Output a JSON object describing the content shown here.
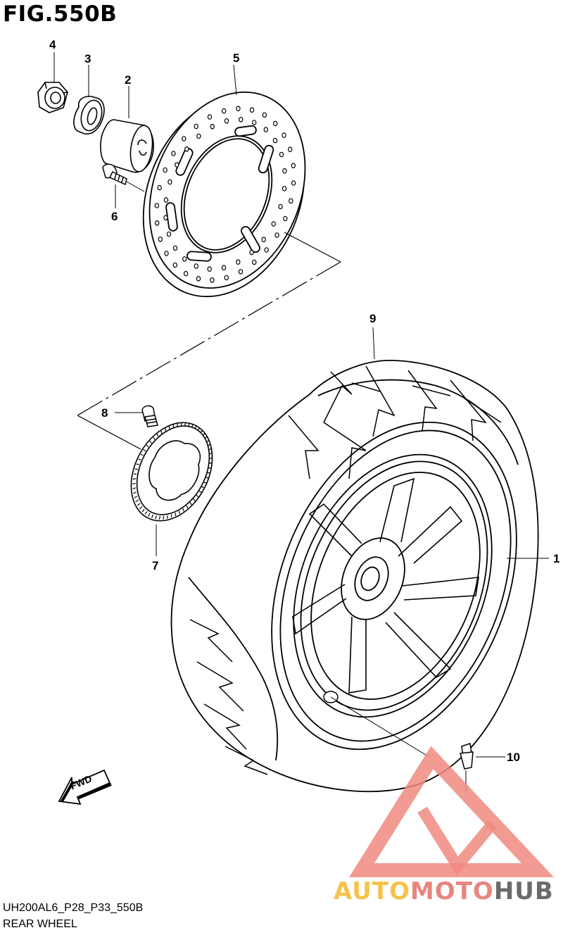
{
  "figure": {
    "title": "FIG.550B",
    "code": "UH200AL6_P28_P33_550B",
    "name": "REAR WHEEL"
  },
  "callouts": [
    {
      "id": "c4",
      "label": "4"
    },
    {
      "id": "c3",
      "label": "3"
    },
    {
      "id": "c2",
      "label": "2"
    },
    {
      "id": "c5",
      "label": "5"
    },
    {
      "id": "c6",
      "label": "6"
    },
    {
      "id": "c9",
      "label": "9"
    },
    {
      "id": "c8",
      "label": "8"
    },
    {
      "id": "c7",
      "label": "7"
    },
    {
      "id": "c1",
      "label": "1"
    },
    {
      "id": "c10",
      "label": "10"
    }
  ],
  "direction_arrow": {
    "label": "FWD"
  },
  "watermark": {
    "part1": "AUTO",
    "part2": "MOTO",
    "part3": "HUB",
    "colors": {
      "auto": "#f6c24a",
      "moto": "#e8867e",
      "hub": "#6b6b6b",
      "triangle": "#f08a80"
    }
  }
}
